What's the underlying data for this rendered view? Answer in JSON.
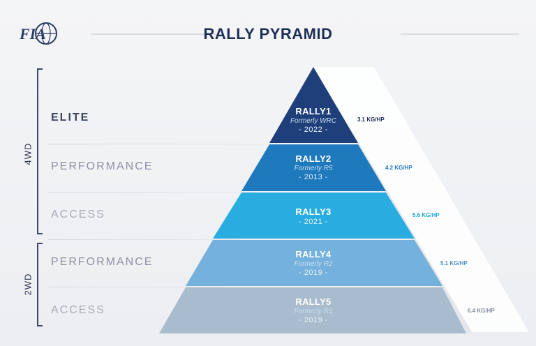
{
  "brand": {
    "logo_text": "FIA"
  },
  "title": "RALLY PYRAMID",
  "axis": {
    "upper_label": "4WD",
    "lower_label": "2WD"
  },
  "levels": [
    {
      "label": "ELITE",
      "color": "#3a4460",
      "bold": true
    },
    {
      "label": "PERFORMANCE",
      "color": "#8d91a3",
      "bold": false
    },
    {
      "label": "ACCESS",
      "color": "#a9acb8",
      "bold": false
    },
    {
      "label": "PERFORMANCE",
      "color": "#8d91a3",
      "bold": false
    },
    {
      "label": "ACCESS",
      "color": "#a9acb8",
      "bold": false
    }
  ],
  "tiers": [
    {
      "name": "RALLY1",
      "formerly": "Formerly WRC",
      "year": "- 2022 -",
      "ratio": "3.1 KG/HP",
      "color": "#1f3f7b",
      "ratio_color": "#1b2a52"
    },
    {
      "name": "RALLY2",
      "formerly": "Formerly R5",
      "year": "- 2013 -",
      "ratio": "4.2 KG/HP",
      "color": "#1f79bd",
      "ratio_color": "#1f79bd"
    },
    {
      "name": "RALLY3",
      "formerly": "",
      "year": "- 2021 -",
      "ratio": "5.6 KG/HP",
      "color": "#29ade0",
      "ratio_color": "#1da4d6"
    },
    {
      "name": "RALLY4",
      "formerly": "Formerly R2",
      "year": "- 2019 -",
      "ratio": "5.1 KG/HP",
      "color": "#74b1dc",
      "ratio_color": "#4b93c7"
    },
    {
      "name": "RALLY5",
      "formerly": "Formerly R1",
      "year": "- 2019 -",
      "ratio": "6.4 KG/HP",
      "color": "#a9bccd",
      "ratio_color": "#7f8fa1"
    }
  ]
}
